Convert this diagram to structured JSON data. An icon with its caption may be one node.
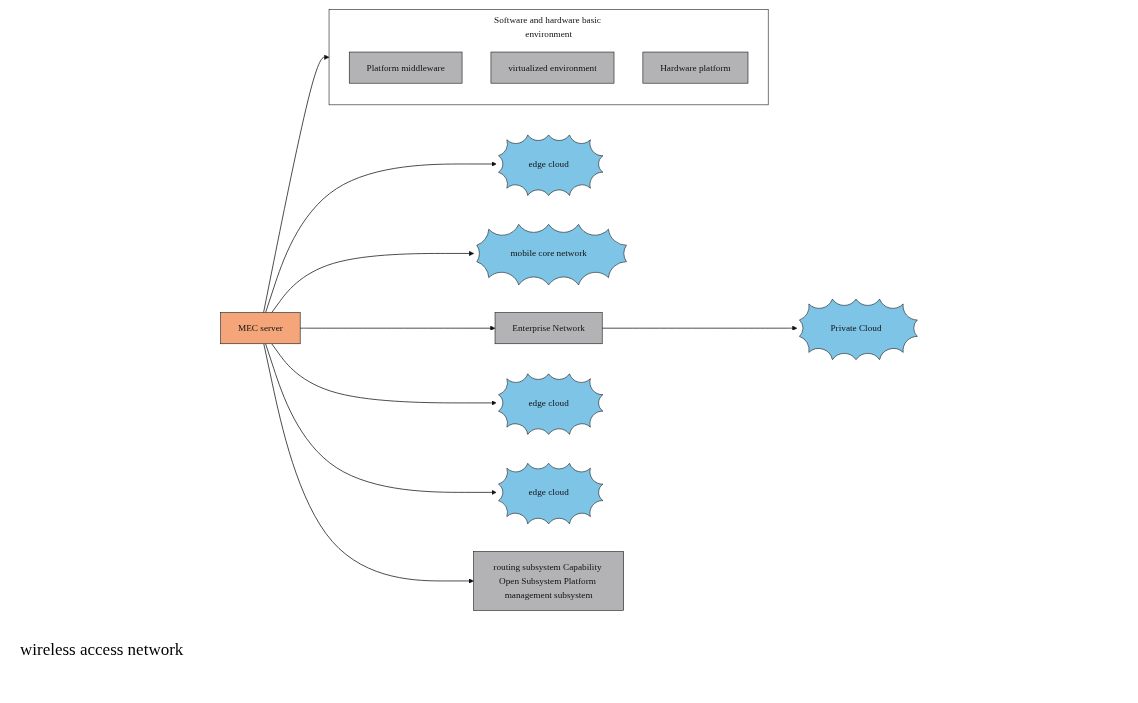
{
  "diagram": {
    "nodes": [
      {
        "text": [
          "edge cloud"
        ]
      },
      {
        "text": [
          "mobile core network"
        ]
      },
      {
        "text": [
          "Private Cloud"
        ]
      },
      {
        "text": [
          "Enterprise Network"
        ]
      },
      {
        "text": [
          "MEC server"
        ]
      },
      {
        "text": [
          "edge cloud"
        ]
      },
      {
        "text": [
          "edge cloud"
        ]
      },
      {
        "text": [
          "routing subsystem Capability Open Subsystem Platform management subsystem"
        ]
      },
      {
        "text": [
          "Software and hardware basic environment"
        ]
      },
      {
        "text": [
          "Platform middleware"
        ],
        "in": 8
      },
      {
        "text": [
          "virtualized environment"
        ],
        "in": 8
      },
      {
        "text": [
          "Hardware platform"
        ],
        "in": 8
      }
    ],
    "edges": [
      {
        "from": 4,
        "to": 0,
        "arrow": "to"
      },
      {
        "from": 4,
        "to": 1,
        "arrow": "to"
      },
      {
        "from": 3,
        "to": 2,
        "arrow": "to"
      },
      {
        "from": 4,
        "to": 3,
        "arrow": "to"
      },
      {
        "from": 4,
        "to": 5,
        "arrow": "to"
      },
      {
        "from": 4,
        "to": 6,
        "arrow": "to"
      },
      {
        "from": 4,
        "to": 7,
        "arrow": "to"
      },
      {
        "from": 4,
        "to": 8,
        "arrow": "to"
      }
    ],
    "labels": [
      "wireless access network"
    ]
  }
}
